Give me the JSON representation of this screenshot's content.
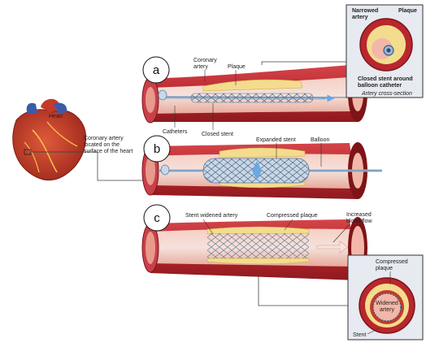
{
  "panel_letters": [
    "a",
    "b",
    "c"
  ],
  "heart": {
    "title": "Heart",
    "caption_line1": "Coronary artery",
    "caption_line2": "located on the",
    "caption_line3": "surface of the heart"
  },
  "panel_a": {
    "coronary_artery_line1": "Coronary",
    "coronary_artery_line2": "artery",
    "plaque": "Plaque",
    "catheters": "Catheters",
    "closed_stent": "Closed stent"
  },
  "inset_top": {
    "narrowed_artery_line1": "Narrowed",
    "narrowed_artery_line2": "artery",
    "plaque": "Plaque",
    "closed_stent_line1": "Closed stent around",
    "closed_stent_line2": "balloon catheter",
    "cross_section": "Artery cross-section"
  },
  "panel_b": {
    "expanded_stent": "Expanded stent",
    "balloon": "Balloon"
  },
  "panel_c": {
    "stent_widened_artery": "Stent widened artery",
    "compressed_plaque": "Compressed plaque",
    "increased_flow_line1": "Increased",
    "increased_flow_line2": "blood flow"
  },
  "inset_bottom": {
    "compressed_plaque_line1": "Compressed",
    "compressed_plaque_line2": "plaque",
    "widened_artery_line1": "Widened",
    "widened_artery_line2": "artery",
    "stent": "Stent"
  },
  "colors": {
    "artery_wall": "#b8272d",
    "artery_dark": "#7e1418",
    "artery_inner": "#f2b7a8",
    "plaque": "#f3dc8e",
    "stent": "#8aa4bf",
    "catheter": "#9ab6d2",
    "inset_bg": "#e7eaf0"
  }
}
